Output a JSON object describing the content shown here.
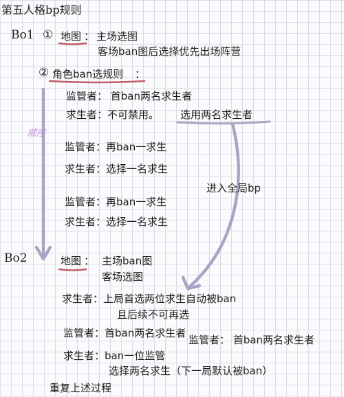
{
  "note": {
    "title": "第五人格bp规则",
    "bo1": {
      "label": "Bo1",
      "step1_marker": "①",
      "map_label": "地图",
      "map_colon": "：",
      "map_line1": "主场选图",
      "map_line2": "客场ban图后选择优先出场阵营",
      "step2_marker": "②",
      "role_label": "角色ban选规则",
      "role_colon": "：",
      "rounds": [
        {
          "hunter": "监管者： 首ban两名求生者",
          "survivor_a": "求生者：不可禁用。",
          "survivor_b": "选用两名求生者"
        },
        {
          "hunter": "监管者：再ban一求生",
          "survivor": "求生者：选择一名求生"
        },
        {
          "hunter": "监管者：再ban一求生",
          "survivor": "求生者：选择一名求生"
        }
      ],
      "order_label": "顺序",
      "enter_global": "进入全局bp"
    },
    "bo2": {
      "label": "Bo2",
      "map_label": "地图",
      "map_colon": "：",
      "map_line1": "主场ban图",
      "map_line2": "客场选图",
      "survivor_line1": "求生者：上局首选两位求生自动被ban",
      "survivor_line2": "且后续不可再选",
      "hunter_line": "监管者：首ban两名求生者",
      "hunter_overlap": "监管者： 首ban两名求生者",
      "survivor_ban_line1": "求生者：ban一位监管",
      "survivor_ban_line2": "选择两名求生（下一局默认被ban）",
      "repeat": "重复上述过程"
    }
  },
  "colors": {
    "ink": "#1d1d1d",
    "underline": "#c05a66",
    "arrow": "#a6a6c4",
    "order_text": "#c28fdb",
    "grid": "#dcdce6"
  }
}
